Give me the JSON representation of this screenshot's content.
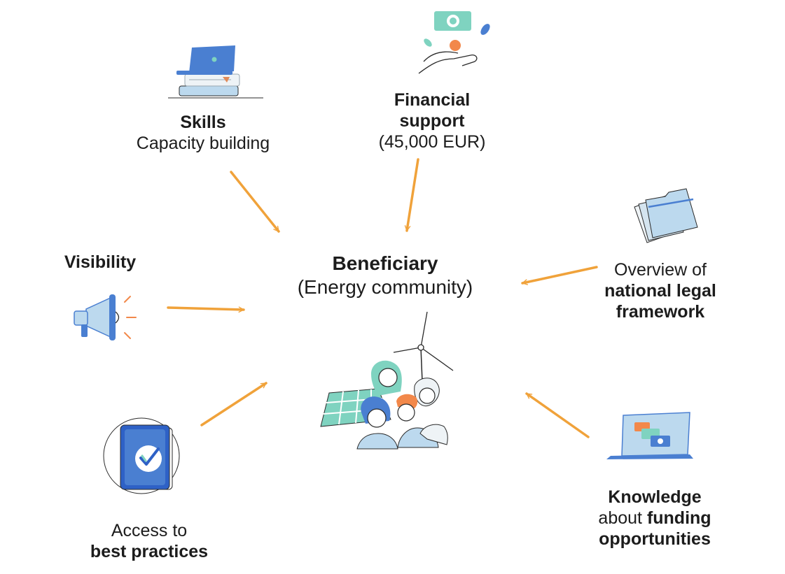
{
  "center": {
    "title": "Beneficiary",
    "subtitle": "(Energy community)"
  },
  "nodes": {
    "skills": {
      "title": "Skills",
      "subtitle": "Capacity building",
      "icon": "laptop-books-icon"
    },
    "financial": {
      "title_line1": "Financial",
      "title_line2": "support",
      "subtitle": "(45,000 EUR)",
      "icon": "money-hand-icon"
    },
    "visibility": {
      "title": "Visibility",
      "icon": "megaphone-icon"
    },
    "legal": {
      "line1": "Overview of",
      "line2_bold": "national legal",
      "line3_bold": "framework",
      "icon": "folder-icon"
    },
    "best_practices": {
      "line1": "Access to",
      "line2_bold": "best practices",
      "icon": "checklist-book-icon"
    },
    "funding": {
      "line1_bold": "Knowledge",
      "line2_normal": "about ",
      "line2_bold": "funding",
      "line3_bold": "opportunities",
      "icon": "laptop-money-icon"
    }
  },
  "colors": {
    "arrow": "#f0a23a",
    "accent_blue": "#4a7fd1",
    "light_blue": "#bcd9ee",
    "teal": "#7fd3c0",
    "orange": "#f2884a",
    "line": "#2a2a2a"
  }
}
